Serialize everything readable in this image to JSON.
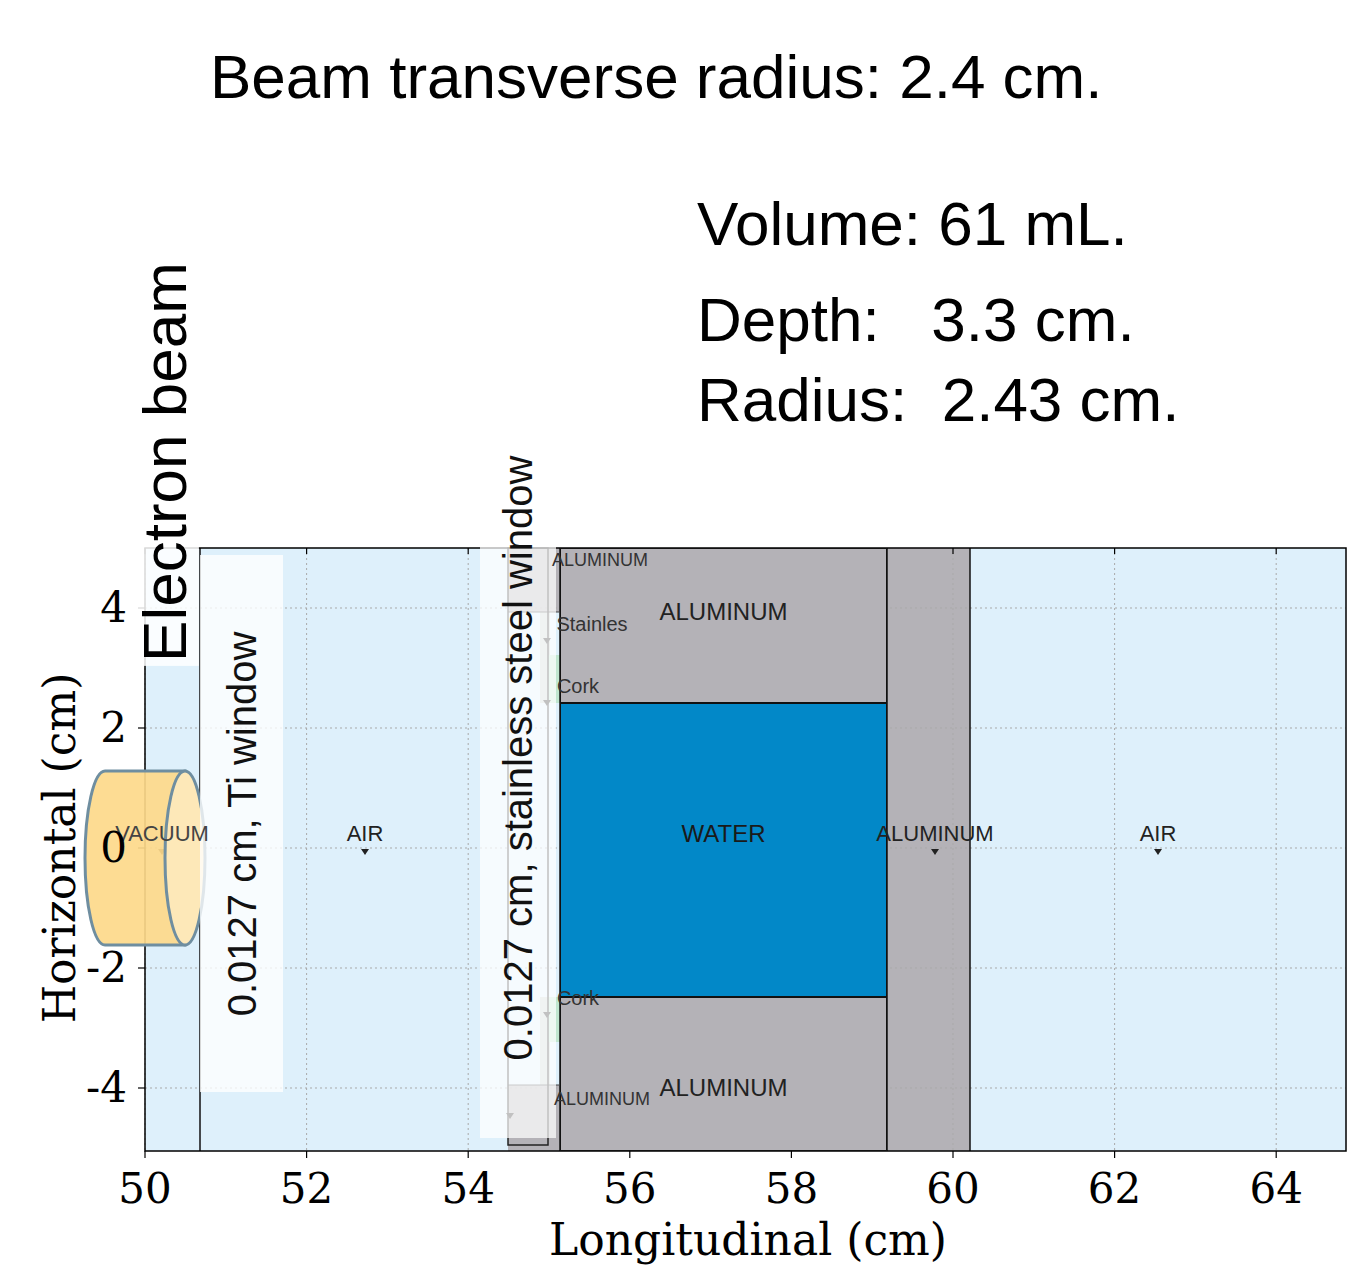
{
  "diagram": {
    "nodes": [
      {
        "text": [
          "0.0127 cm, Ti window"
        ]
      },
      {
        "text": [
          "0.0127 cm, stainless steel window"
        ]
      },
      {
        "text": [
          "ALUMINUM"
        ]
      },
      {
        "text": [
          "WATER"
        ]
      },
      {
        "text": [
          "ALUMINUM"
        ]
      }
    ],
    "labels": [
      "Beam transverse radius: 2.4 cm.",
      "Volume: 61 mL.",
      "Depth:   3.3 cm.",
      "Radius:  2.43 cm.",
      "Electron beam",
      "VACUUM",
      "AIR",
      "ALUMINUM",
      "Stainles",
      "Cork",
      "Cork",
      "ALUMINUM",
      "ALUMINUM",
      "AIR",
      "50",
      "52",
      "54",
      "56",
      "58",
      "60",
      "62",
      "64",
      "4",
      "2",
      "0",
      "-2",
      "-4",
      "Horizontal (cm)",
      "Longitudinal (cm)"
    ]
  }
}
